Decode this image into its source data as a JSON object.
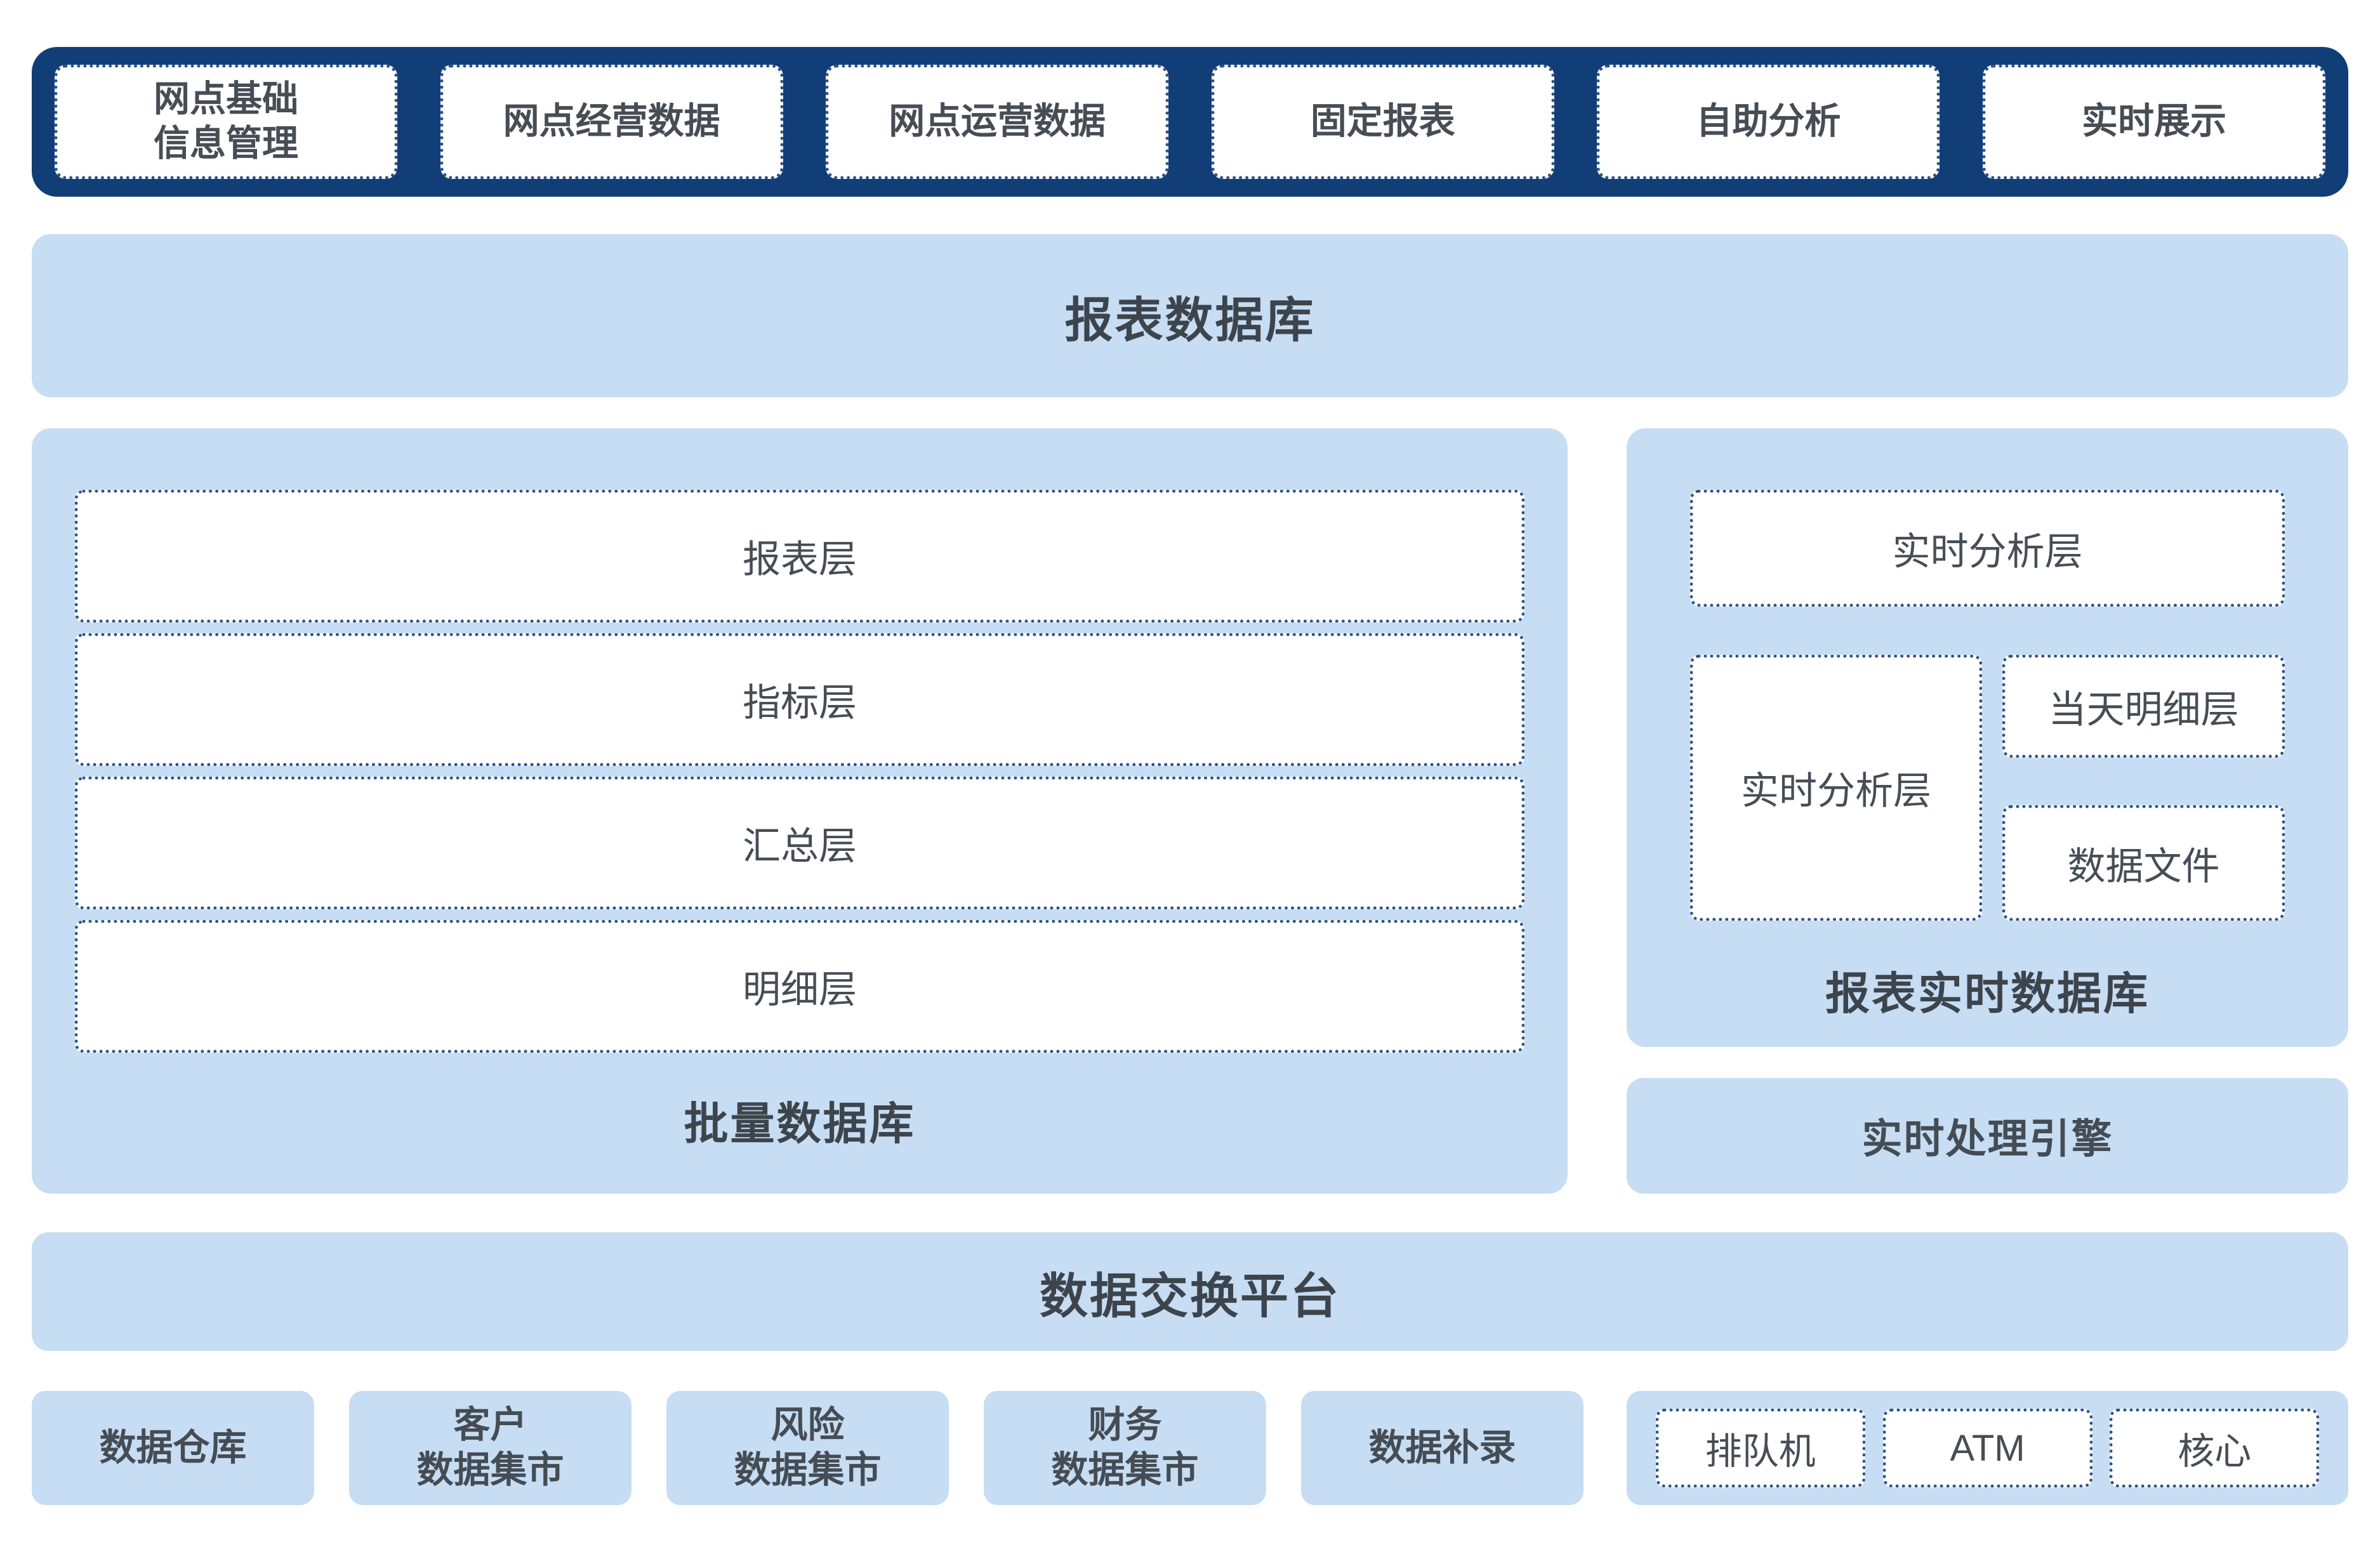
{
  "colors": {
    "navy": "#123e78",
    "light_blue": "#c6ddf3",
    "dotted_border": "#2d5288",
    "text": "#464d55",
    "title_text": "#3d444c",
    "white": "#ffffff"
  },
  "header": {
    "items": [
      "网点基础\n信息管理",
      "网点经营数据",
      "网点运营数据",
      "固定报表",
      "自助分析",
      "实时展示"
    ]
  },
  "report_db": {
    "label": "报表数据库"
  },
  "batch_db": {
    "layers": [
      "报表层",
      "指标层",
      "汇总层",
      "明细层"
    ],
    "label": "批量数据库"
  },
  "realtime_db": {
    "top_box": "实时分析层",
    "left_box": "实时分析层",
    "right_boxes": [
      "当天明细层",
      "数据文件"
    ],
    "label": "报表实时数据库"
  },
  "engine": {
    "label": "实时处理引擎"
  },
  "exchange": {
    "label": "数据交换平台"
  },
  "sources": [
    "数据仓库",
    "客户\n数据集市",
    "风险\n数据集市",
    "财务\n数据集市",
    "数据补录"
  ],
  "channels": [
    "排队机",
    "ATM",
    "核心"
  ]
}
